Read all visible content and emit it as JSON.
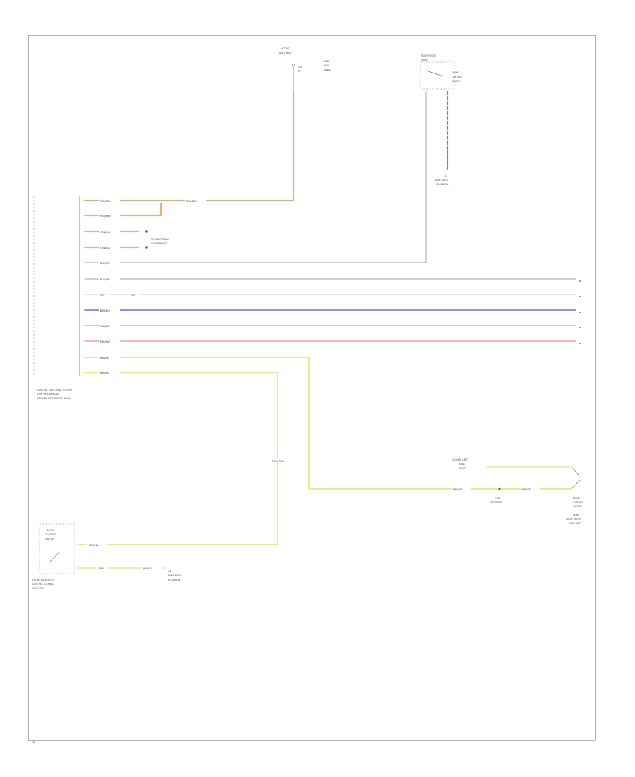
{
  "page": {
    "footer_code": "W"
  },
  "colors": {
    "tan": "#c9b48a",
    "yellow": "#e8e89a",
    "grey": "#b8b8b8",
    "white": "#d9d9d9",
    "blue": "#6f6fd6",
    "pink": "#f08a8a",
    "green": "#7a9a3a",
    "orange": "#e7b27a",
    "black": "#333333"
  },
  "components": {
    "fuse_top_left": [
      "HOT AT",
      "ALL TIMES",
      "FUSE",
      "15A",
      "SF",
      "FUSE",
      "PANEL"
    ],
    "switch_top_right": [
      "RIGHT FRONT",
      "DOOR",
      "DOOR",
      "CONTACT",
      "SWITCH"
    ],
    "ground_top_right": [
      "G1",
      "REAR RIGHT",
      "FOOTWELL"
    ],
    "splice_note": [
      "TO ADDITIONAL",
      "COMPONENTS"
    ],
    "module": [
      "CENTRAL ELECTRICAL SYSTEM",
      "CONTROL MODULE",
      "(BEHIND LEFT SIDE OF DASH)"
    ],
    "rear_right": [
      "LOCKING UNIT",
      "REAR",
      "RIGHT",
      "DOOR",
      "CONTACT",
      "SWITCH",
      "REAR",
      "RIGHT DOOR",
      "LOCK UNIT"
    ],
    "front_left": [
      "DOOR",
      "CONTACT",
      "SWITCH",
      "FRONT PASSENGER",
      "CENTRAL LOCKING",
      "LOCK UNIT"
    ],
    "ground_bottom": [
      "G2",
      "REAR RIGHT",
      "FOOTWELL"
    ],
    "inline_connector": [
      "T10 / T10A"
    ],
    "junction_rear": [
      "T10",
      "LEFT REAR"
    ]
  },
  "wire_labels": [
    "RED/BRN",
    "RED/BRN",
    "RED/BRN",
    "ORN/BLU",
    "ORN/BLU",
    "BLU/GRY",
    "BLU/GRY",
    "GRY",
    "GRY",
    "BRN/BLU",
    "PNK/BLU",
    "PNK/BLU",
    "BRN/YEL",
    "BRN/YEL",
    "BRN/YEL",
    "BRN/YEL",
    "BRN/YEL",
    "BRN/YEL",
    "BRN"
  ]
}
